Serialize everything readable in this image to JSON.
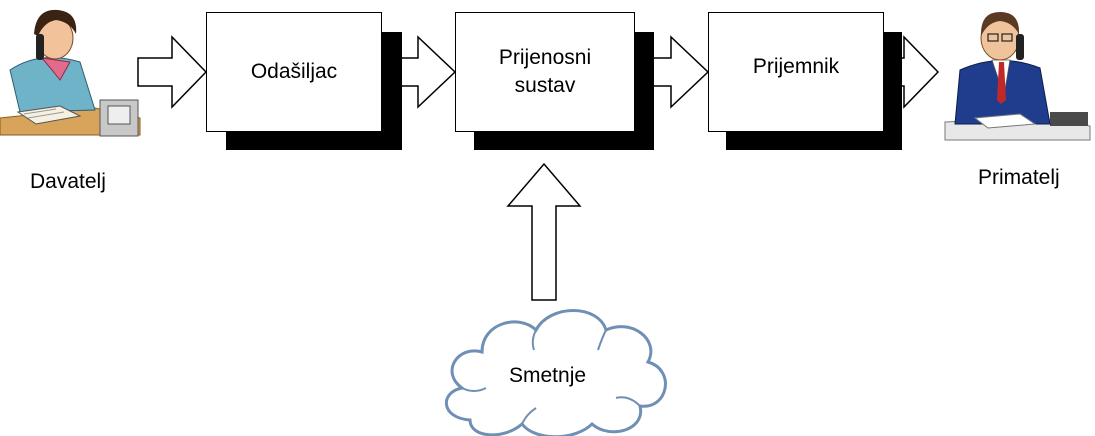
{
  "sender": {
    "label": "Davatelj",
    "icon": "woman-on-phone-icon"
  },
  "receiver": {
    "label": "Primatelj",
    "icon": "man-on-phone-icon"
  },
  "blocks": {
    "transmitter": "Odašiljac",
    "channel": "Prijenosni\nsustav",
    "receiver": "Prijemnik"
  },
  "noise": {
    "label": "Smetnje",
    "icon": "cloud-icon"
  },
  "colors": {
    "cloud_stroke": "#6f8fb5",
    "box_shadow": "#000000"
  }
}
